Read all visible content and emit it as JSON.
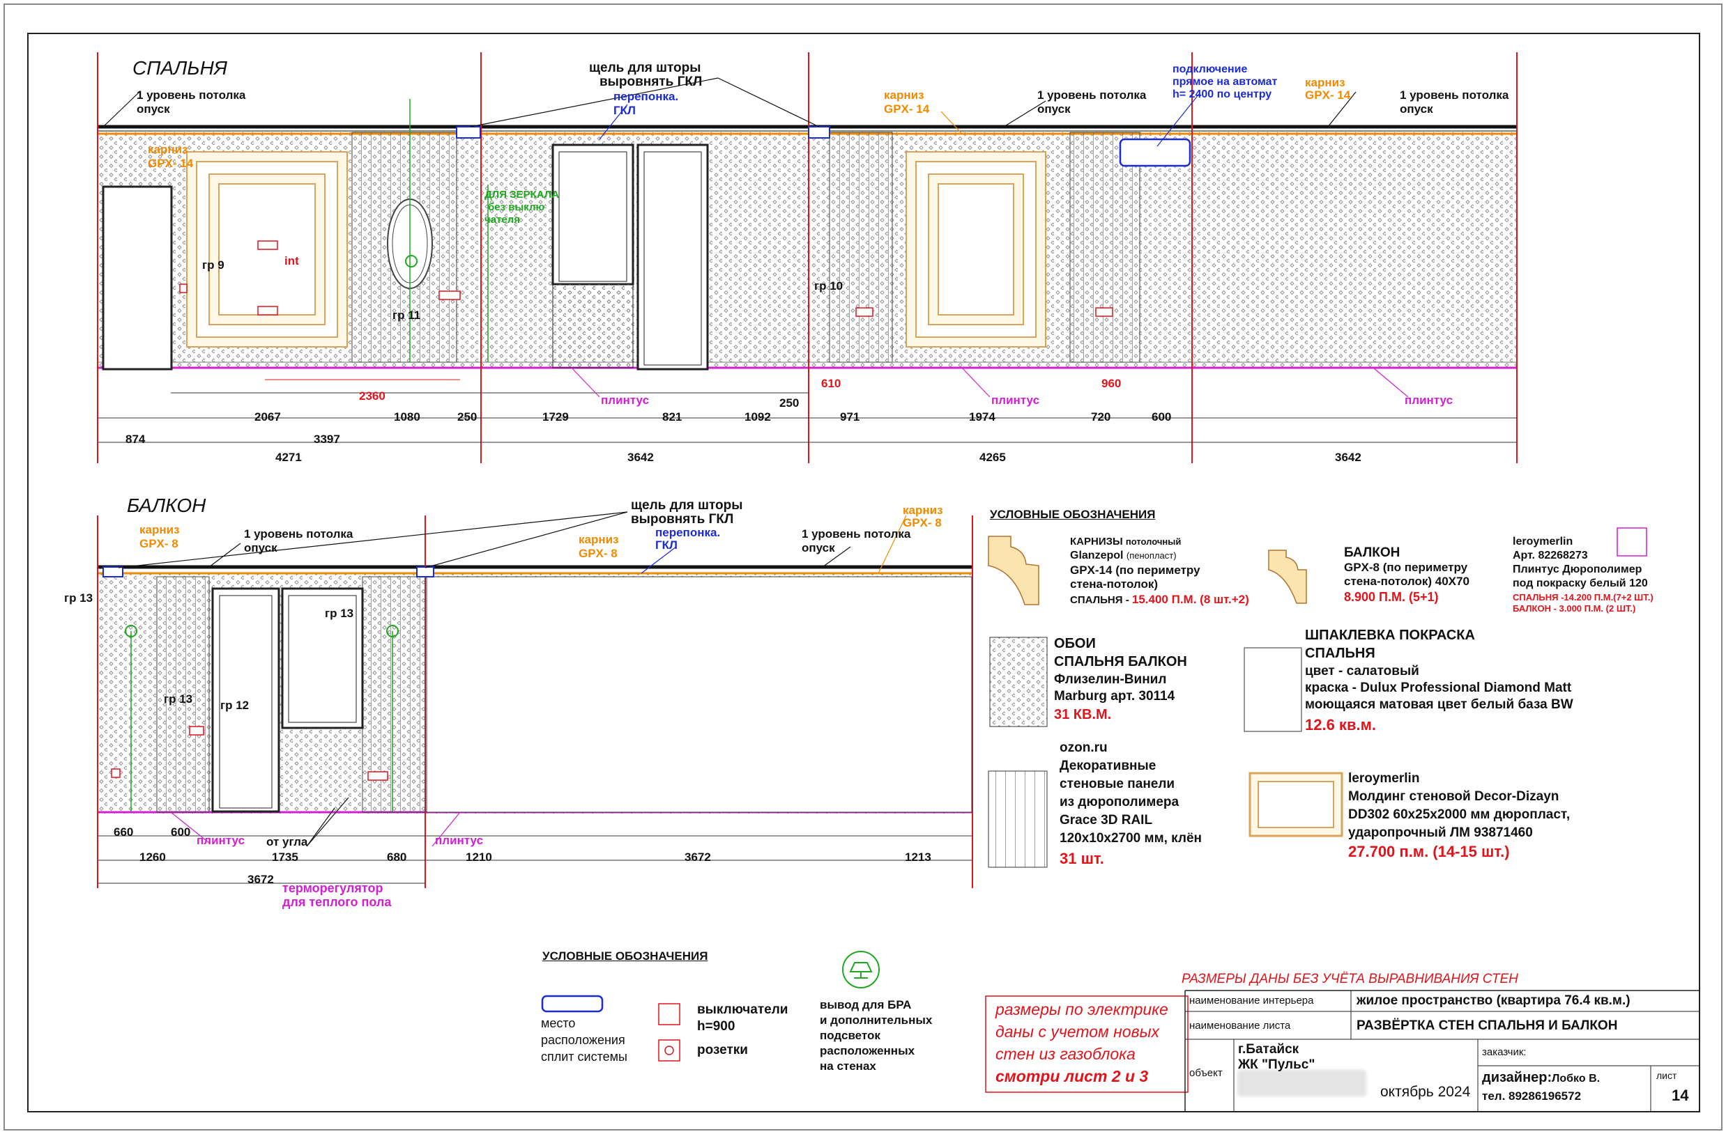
{
  "titles": {
    "bedroom": "СПАЛЬНЯ",
    "balcony": "БАЛКОН"
  },
  "callouts": {
    "gap_curtain": "щель для шторы",
    "align_gkl": "выровнять ГКЛ",
    "partition": "перепонка.",
    "gkl": "ГКЛ",
    "ceiling_l1": "1 уровень потолка",
    "drop": "опуск",
    "cornice": "карниз",
    "gpx14": "GPX- 14",
    "gpx8": "GPX- 8",
    "connection": "подключение",
    "direct": "прямое на автомат",
    "h2400": "h= 2400 по центру",
    "mirror1": "ДЛЯ ЗЕРКАЛА",
    "mirror2": "без выклю",
    "mirror3": "чателя",
    "plinth": "плинтус",
    "from_corner": "от угла",
    "thermo1": "терморегулятор",
    "thermo2": "для  теплого пола",
    "int": "int",
    "gr9": "гр 9",
    "gr10": "гр 10",
    "gr11": "гр 11",
    "gr12": "гр 12",
    "gr13": "гр 13"
  },
  "dims": {
    "top": [
      "874",
      "4271",
      "3397",
      "2067",
      "1080",
      "250",
      "1729",
      "821",
      "1092",
      "250",
      "971",
      "1974",
      "720",
      "600",
      "3642",
      "4265",
      "3642",
      "2360",
      "610",
      "960"
    ],
    "bal": [
      "660",
      "600",
      "1260",
      "1735",
      "680",
      "3672",
      "1210",
      "3672",
      "1213"
    ]
  },
  "legend": {
    "heading": "УСЛОВНЫЕ ОБОЗНАЧЕНИЯ",
    "cornice_title": "КАРНИЗЫ",
    "cornice_ceiling": "потолочный",
    "cornice_brand": "Glanzepol",
    "cornice_foam": "(пенопласт)",
    "cornice_model": "GPX-14  (по периметру",
    "cornice_wc": "стена-потолок)",
    "cornice_bed": "СПАЛЬНЯ - ",
    "cornice_bed_qty": "15.400 П.М. (8 шт.+2)",
    "balc_title": "БАЛКОН",
    "balc_model": "GPX-8  (по периметру",
    "balc_wc": "стена-потолок) 40Х70",
    "balc_qty": "8.900 П.М. (5+1)",
    "lm1": "leroymerlin",
    "lm1_art": "Арт. 82268273",
    "lm1_plinth": "Плинтус  Дюрополимер",
    "lm1_paint": "под покраску белый 120",
    "lm1_bed": "СПАЛЬНЯ -14.200 П.М.(7+2 ШТ.)",
    "lm1_bal": "БАЛКОН - 3.000 П.М. (2 ШТ.)",
    "wall_title": "ОБОИ",
    "wall_rooms": "СПАЛЬНЯ БАЛКОН",
    "wall_type": "Флизелин-Винил",
    "wall_art": "Marburg арт. 30114",
    "wall_qty": "31 КВ.М.",
    "paint_title": "ШПАКЛЕВКА ПОКРАСКА",
    "paint_room": "СПАЛЬНЯ",
    "paint_color": "цвет - салатовый",
    "paint_brand": "краска - Dulux Professional Diamond Matt",
    "paint_desc": "моющаяся матовая цвет белый база BW",
    "paint_qty": "12.6 кв.м.",
    "oz": "ozon.ru",
    "oz1": "Декоративные",
    "oz2": "стеновые панели",
    "oz3": "из дюрополимера",
    "oz4": "Grace 3D RAIL",
    "oz5": "120х10х2700 мм, клён",
    "oz_qty": "31 шт.",
    "lm2": "leroymerlin",
    "lm2a": "Молдинг стеновой Decor-Dizayn",
    "lm2b": "DD302 60х25х2000 мм дюропласт,",
    "lm2c": "ударопрочный  ЛМ 93871460",
    "lm2_qty": "27.700 п.м. (14-15 шт.)"
  },
  "legend2": {
    "heading": "УСЛОВНЫЕ ОБОЗНАЧЕНИЯ",
    "split1": "место",
    "split2": "расположения",
    "split3": "сплит системы",
    "sw1": "выключатели",
    "sw2": "h=900",
    "socket": "розетки",
    "bra1": "вывод для БРА",
    "bra2": "и дополнительных",
    "bra3": "подсветок",
    "bra4": "расположенных",
    "bra5": "на стенах"
  },
  "notes": {
    "no_align": "РАЗМЕРЫ ДАНЫ БЕЗ УЧЁТА ВЫРАВНИВАНИЯ СТЕН",
    "elec1": "размеры по электрике",
    "elec2": "даны с учетом новых",
    "elec3": "стен из газоблока",
    "elec4": "смотри лист 2 и 3"
  },
  "title_block": {
    "l_interior": "наименование интерьера",
    "v_interior": "жилое пространство (квартира 76.4 кв.м.)",
    "l_sheet": "наименование листа",
    "v_sheet": "РАЗВЁРТКА СТЕН СПАЛЬНЯ И БАЛКОН",
    "l_object": "объект",
    "city": "г.Батайск",
    "complex": "ЖК \"Пульс\"",
    "l_client": "заказчик:",
    "date": "октябрь 2024",
    "designer": "дизайнер:",
    "designer_name": "Лобко В.",
    "phone": "тел. 89286196572",
    "l_list": "лист",
    "list_no": "14"
  },
  "colors": {
    "red": "#e0141b",
    "orange": "#f08a00",
    "blue": "#1a2bd6",
    "green": "#1fa81f",
    "magenta": "#d11fd1"
  }
}
